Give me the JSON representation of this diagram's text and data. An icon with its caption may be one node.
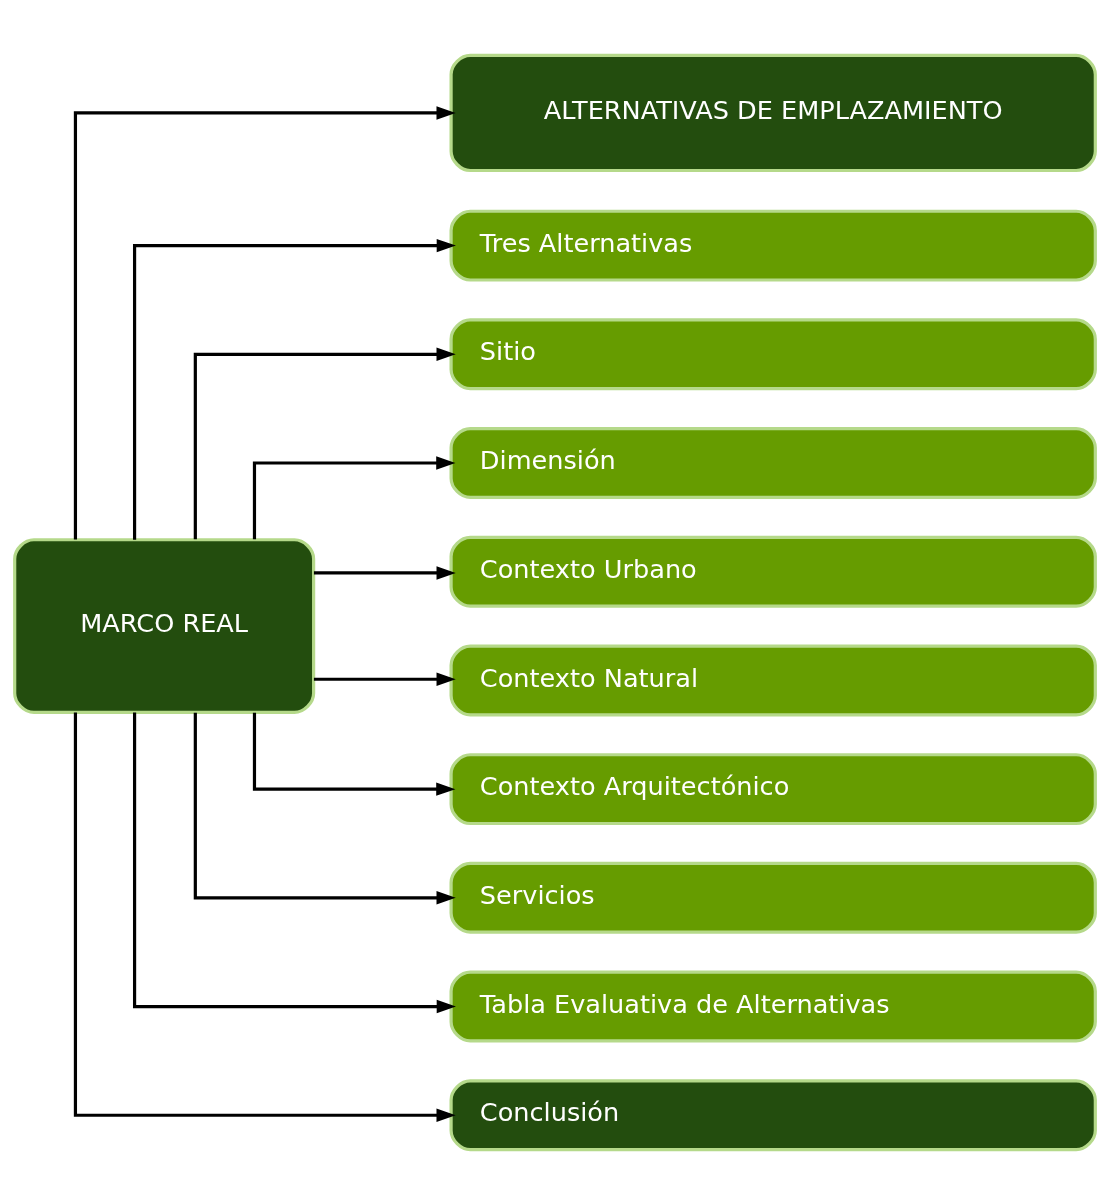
{
  "diagram": {
    "nodes": [
      {
        "text": [
          "MARCO REAL"
        ]
      },
      {
        "text": [
          "ALTERNATIVAS DE EMPLAZAMIENTO"
        ]
      },
      {
        "text": [
          "Tres Alternativas"
        ]
      },
      {
        "text": [
          "Sitio"
        ]
      },
      {
        "text": [
          "Dimensión"
        ]
      },
      {
        "text": [
          "Contexto Urbano"
        ]
      },
      {
        "text": [
          "Contexto Natural"
        ]
      },
      {
        "text": [
          "Contexto Arquitectónico"
        ]
      },
      {
        "text": [
          "Servicios"
        ]
      },
      {
        "text": [
          "Tabla Evaluativa de Alternativas"
        ]
      },
      {
        "text": [
          "Conclusión"
        ]
      }
    ],
    "edges": [
      {
        "from": 0,
        "to": 1,
        "arrow": "to"
      },
      {
        "from": 0,
        "to": 2,
        "arrow": "to"
      },
      {
        "from": 0,
        "to": 3,
        "arrow": "to"
      },
      {
        "from": 0,
        "to": 4,
        "arrow": "to"
      },
      {
        "from": 0,
        "to": 5,
        "arrow": "to"
      },
      {
        "from": 0,
        "to": 6,
        "arrow": "to"
      },
      {
        "from": 0,
        "to": 7,
        "arrow": "to"
      },
      {
        "from": 0,
        "to": 8,
        "arrow": "to"
      },
      {
        "from": 0,
        "to": 9,
        "arrow": "to"
      },
      {
        "from": 0,
        "to": 10,
        "arrow": "to"
      }
    ]
  }
}
